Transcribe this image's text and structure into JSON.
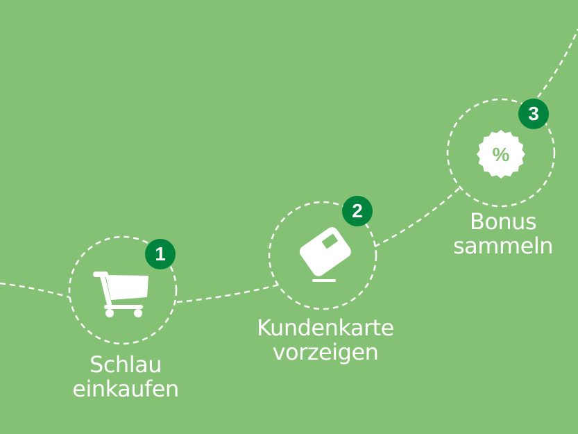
{
  "colors": {
    "background": "#85c174",
    "badge": "#00843d",
    "line": "#ffffff"
  },
  "steps": [
    {
      "number": "1",
      "line1": "Schlau",
      "line2": "einkaufen",
      "icon": "shopping-cart-icon"
    },
    {
      "number": "2",
      "line1": "Kundenkarte",
      "line2": "vorzeigen",
      "icon": "customer-card-icon"
    },
    {
      "number": "3",
      "line1": "Bonus",
      "line2": "sammeln",
      "icon": "percent-badge-icon"
    }
  ]
}
